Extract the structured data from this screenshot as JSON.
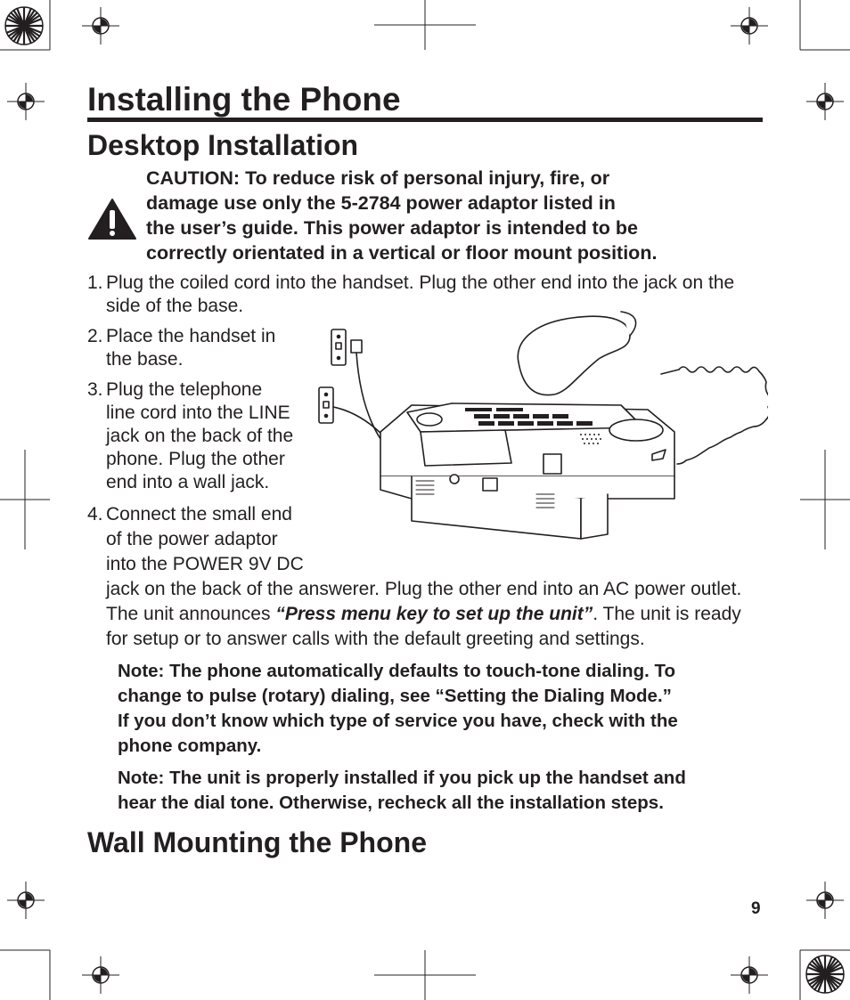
{
  "page": {
    "title": "Installing the Phone",
    "page_number": "9"
  },
  "desktop": {
    "heading": "Desktop Installation",
    "caution_lines": [
      "CAUTION: To reduce risk of personal injury, fire, or",
      "damage use only the 5-2784 power adaptor listed in",
      "the user’s guide. This power adaptor is intended to be",
      "correctly orientated in a vertical or floor mount position."
    ],
    "steps": [
      {
        "num": "1.",
        "lines": [
          "Plug the coiled cord into the handset. Plug the other end into the jack on the",
          "side of the base."
        ]
      },
      {
        "num": "2.",
        "lines": [
          "Place the handset in",
          "the base."
        ]
      },
      {
        "num": "3.",
        "lines": [
          "Plug the telephone",
          "line cord into the LINE",
          "jack on the back of the",
          "phone. Plug the other",
          "end into a wall jack."
        ]
      },
      {
        "num": "4.",
        "lines": [
          "Connect the small end",
          "of the power adaptor",
          "into the POWER 9V DC",
          "jack on the back of the answerer. Plug the other end into an AC power outlet."
        ],
        "line5_pre": "The unit announces ",
        "line5_emph": "“Press menu key to set up the unit”",
        "line5_post": ". The unit is ready",
        "line6": "for setup or to answer calls with the default greeting and settings."
      }
    ],
    "notes": [
      [
        "Note: The phone automatically defaults to touch-tone dialing. To",
        "change to pulse (rotary) dialing, see “Setting the Dialing Mode.”",
        "If you don’t know which type of service you have, check with the",
        "phone company."
      ],
      [
        "Note: The unit is properly installed if you pick up the handset and",
        "hear the dial tone. Otherwise, recheck all the installation steps."
      ]
    ]
  },
  "wall": {
    "heading": "Wall Mounting the Phone"
  },
  "icons": {
    "warning": "warning-triangle-icon",
    "registration": "registration-mark-icon",
    "starburst": "starburst-calibration-icon"
  }
}
